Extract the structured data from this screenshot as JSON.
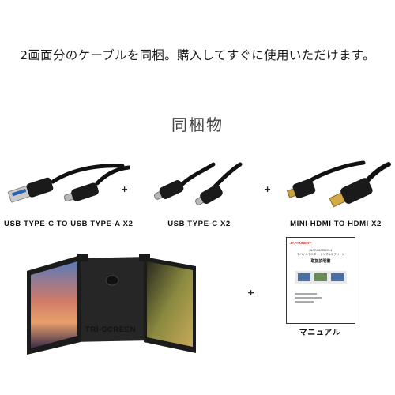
{
  "headline": "2画面分のケーブルを同梱。購入してすぐに使用いただけます。",
  "section_title": "同梱物",
  "items": [
    {
      "label": "USB TYPE-C TO USB TYPE-A X2"
    },
    {
      "label": "USB TYPE-C X2"
    },
    {
      "label": "MINI HDMI TO HDMI X2"
    },
    {
      "label": "TRI-SCREEN"
    },
    {
      "label": "マニュアル"
    }
  ],
  "plus_sign": "+",
  "manual": {
    "brand": "JAPANNEXT",
    "title_lines": [
      "JN-TRI-SCREEN-1",
      "モバイルモニター トリプルスクリーン"
    ],
    "heading": "取扱説明書"
  }
}
